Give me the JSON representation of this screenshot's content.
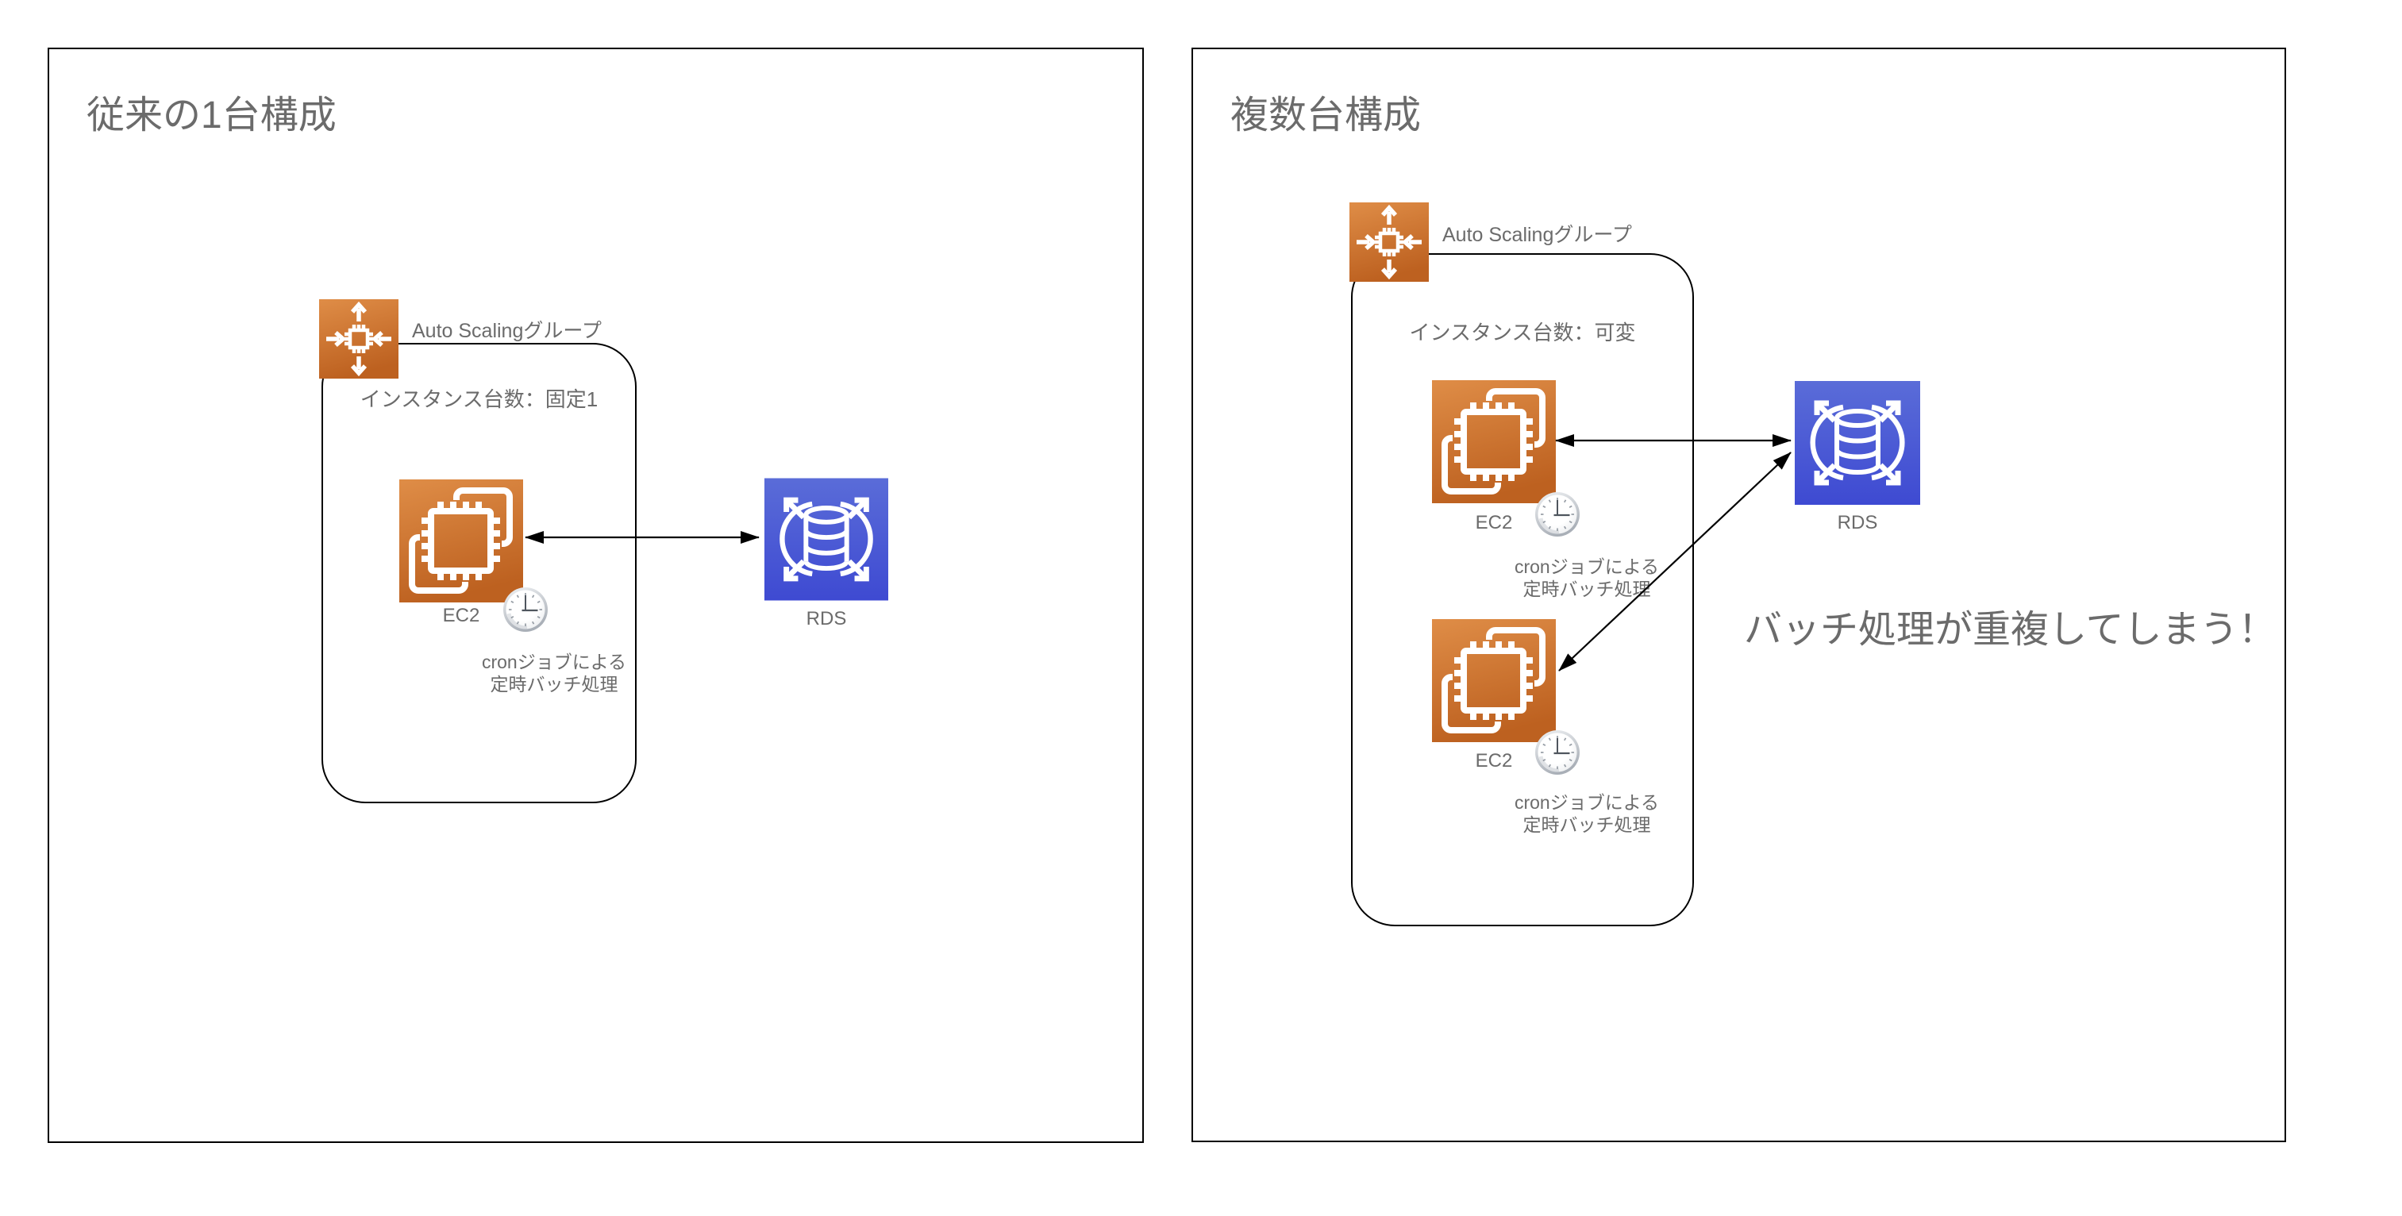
{
  "left": {
    "title": "従来の1台構成",
    "asg_label": "Auto Scalingグループ",
    "instance_count": "インスタンス台数：固定1",
    "ec2": {
      "label": "EC2",
      "cron1": "cronジョブによる",
      "cron2": "定時バッチ処理"
    },
    "rds": {
      "label": "RDS"
    }
  },
  "right": {
    "title": "複数台構成",
    "asg_label": "Auto Scalingグループ",
    "instance_count": "インスタンス台数：可変",
    "ec2_top": {
      "label": "EC2",
      "cron1": "cronジョブによる",
      "cron2": "定時バッチ処理"
    },
    "ec2_bottom": {
      "label": "EC2",
      "cron1": "cronジョブによる",
      "cron2": "定時バッチ処理"
    },
    "rds": {
      "label": "RDS"
    },
    "callout": "バッチ処理が重複してしまう！"
  },
  "icons": {
    "auto_scaling": "auto-scaling-icon",
    "ec2": "ec2-icon",
    "rds": "rds-icon",
    "clock": "clock-icon",
    "arrow": "double-headed-arrow"
  },
  "colors": {
    "orange_gradient_start": "#DF8D47",
    "orange_gradient_end": "#BD6120",
    "blue_gradient_start": "#5A6CD8",
    "blue_gradient_end": "#3E4AD2",
    "text_gray": "#6B6B6B",
    "line_black": "#000000",
    "background": "#FFFFFF"
  }
}
